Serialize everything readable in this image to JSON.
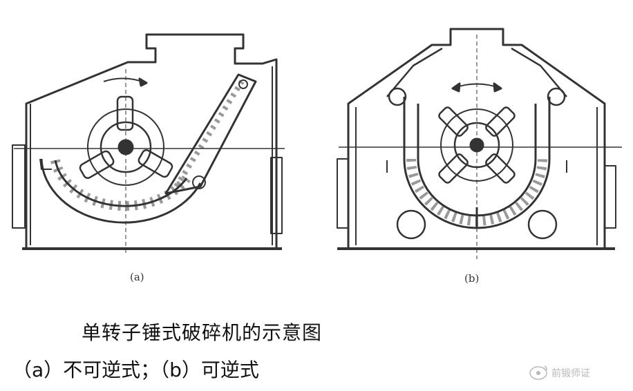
{
  "diagrams": [
    {
      "label": "(a)"
    },
    {
      "label": "(b)"
    }
  ],
  "caption": {
    "title": "单转子锤式破碎机的示意图",
    "subtitle": "（a）不可逆式；（b）可逆式"
  },
  "watermark": {
    "text": "前锻师证"
  }
}
